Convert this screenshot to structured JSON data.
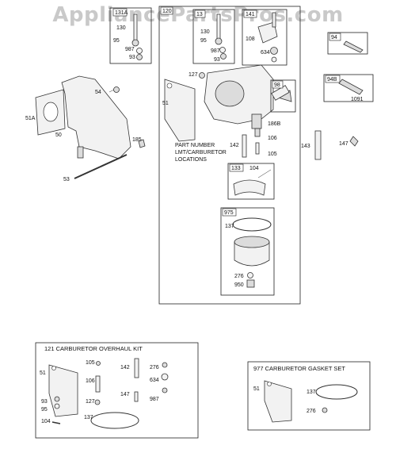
{
  "watermark": "AppliancePartsPros.com",
  "parts": {
    "p131A": "131A",
    "p130a": "130",
    "p95a": "95",
    "p987a": "987",
    "p93a": "93",
    "p120": "120",
    "p13": "13",
    "p130b": "130",
    "p95b": "95",
    "p987b": "987",
    "p93b": "93",
    "p141": "141",
    "p108": "108",
    "p634": "634",
    "p94": "94",
    "p94B": "94B",
    "p1091": "1091",
    "p51A": "51A",
    "p50": "50",
    "p54": "54",
    "p185": "185",
    "p53": "53",
    "p127": "127",
    "p51": "51",
    "p98": "98",
    "p186B": "186B",
    "p106": "106",
    "p142": "142",
    "p105": "105",
    "p143": "143",
    "p147": "147",
    "p133": "133",
    "p104": "104",
    "p975": "975",
    "p137": "137",
    "p276": "276",
    "p950": "950"
  },
  "location_note": [
    "PART NUMBER",
    "LMT/CARBURETOR",
    "LOCATIONS"
  ],
  "kit121": {
    "title": "121 CARBURETOR OVERHAUL KIT",
    "parts": {
      "p51": "51",
      "p105": "105",
      "p106": "106",
      "p127": "127",
      "p142": "142",
      "p147": "147",
      "p276": "276",
      "p634": "634",
      "p987": "987",
      "p93": "93",
      "p95": "95",
      "p104": "104",
      "p137": "137"
    }
  },
  "kit977": {
    "title": "977 CARBURETOR GASKET SET",
    "parts": {
      "p51": "51",
      "p137": "137",
      "p276": "276"
    }
  }
}
